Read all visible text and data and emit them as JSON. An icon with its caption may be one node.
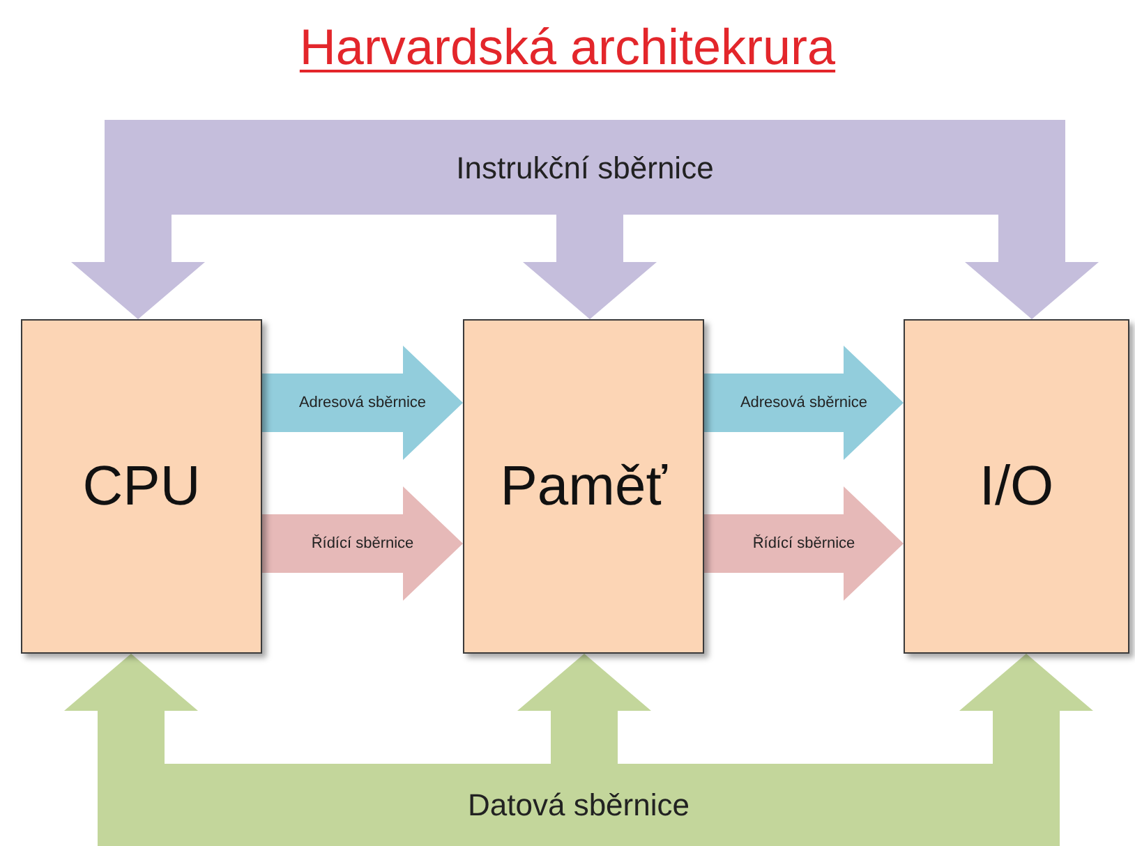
{
  "diagram": {
    "title": "Harvardská architekrura",
    "nodes": [
      {
        "text": [
          "Instrukční sběrnice"
        ]
      },
      {
        "text": [
          "CPU"
        ]
      },
      {
        "text": [
          "Paměť"
        ]
      },
      {
        "text": [
          "I/O"
        ]
      },
      {
        "text": [
          "Datová sběrnice"
        ]
      }
    ],
    "edges": [
      {
        "from": 0,
        "to": 1,
        "arrow": "to",
        "color": "#c5bedc"
      },
      {
        "from": 0,
        "to": 2,
        "arrow": "to",
        "color": "#c5bedc"
      },
      {
        "from": 0,
        "to": 3,
        "arrow": "to",
        "color": "#c5bedc"
      },
      {
        "from": 1,
        "to": 2,
        "arrow": "to",
        "label": "Adresová sběrnice",
        "color": "#92cddc"
      },
      {
        "from": 1,
        "to": 2,
        "arrow": "to",
        "label": "Řídící sběrnice",
        "color": "#e6b9b8"
      },
      {
        "from": 2,
        "to": 3,
        "arrow": "to",
        "label": "Adresová sběrnice",
        "color": "#92cddc"
      },
      {
        "from": 2,
        "to": 3,
        "arrow": "to",
        "label": "Řídící sběrnice",
        "color": "#e6b9b8"
      },
      {
        "from": 4,
        "to": 1,
        "arrow": "to",
        "color": "#c3d69b"
      },
      {
        "from": 4,
        "to": 2,
        "arrow": "to",
        "color": "#c3d69b"
      },
      {
        "from": 4,
        "to": 3,
        "arrow": "to",
        "color": "#c3d69b"
      }
    ]
  }
}
